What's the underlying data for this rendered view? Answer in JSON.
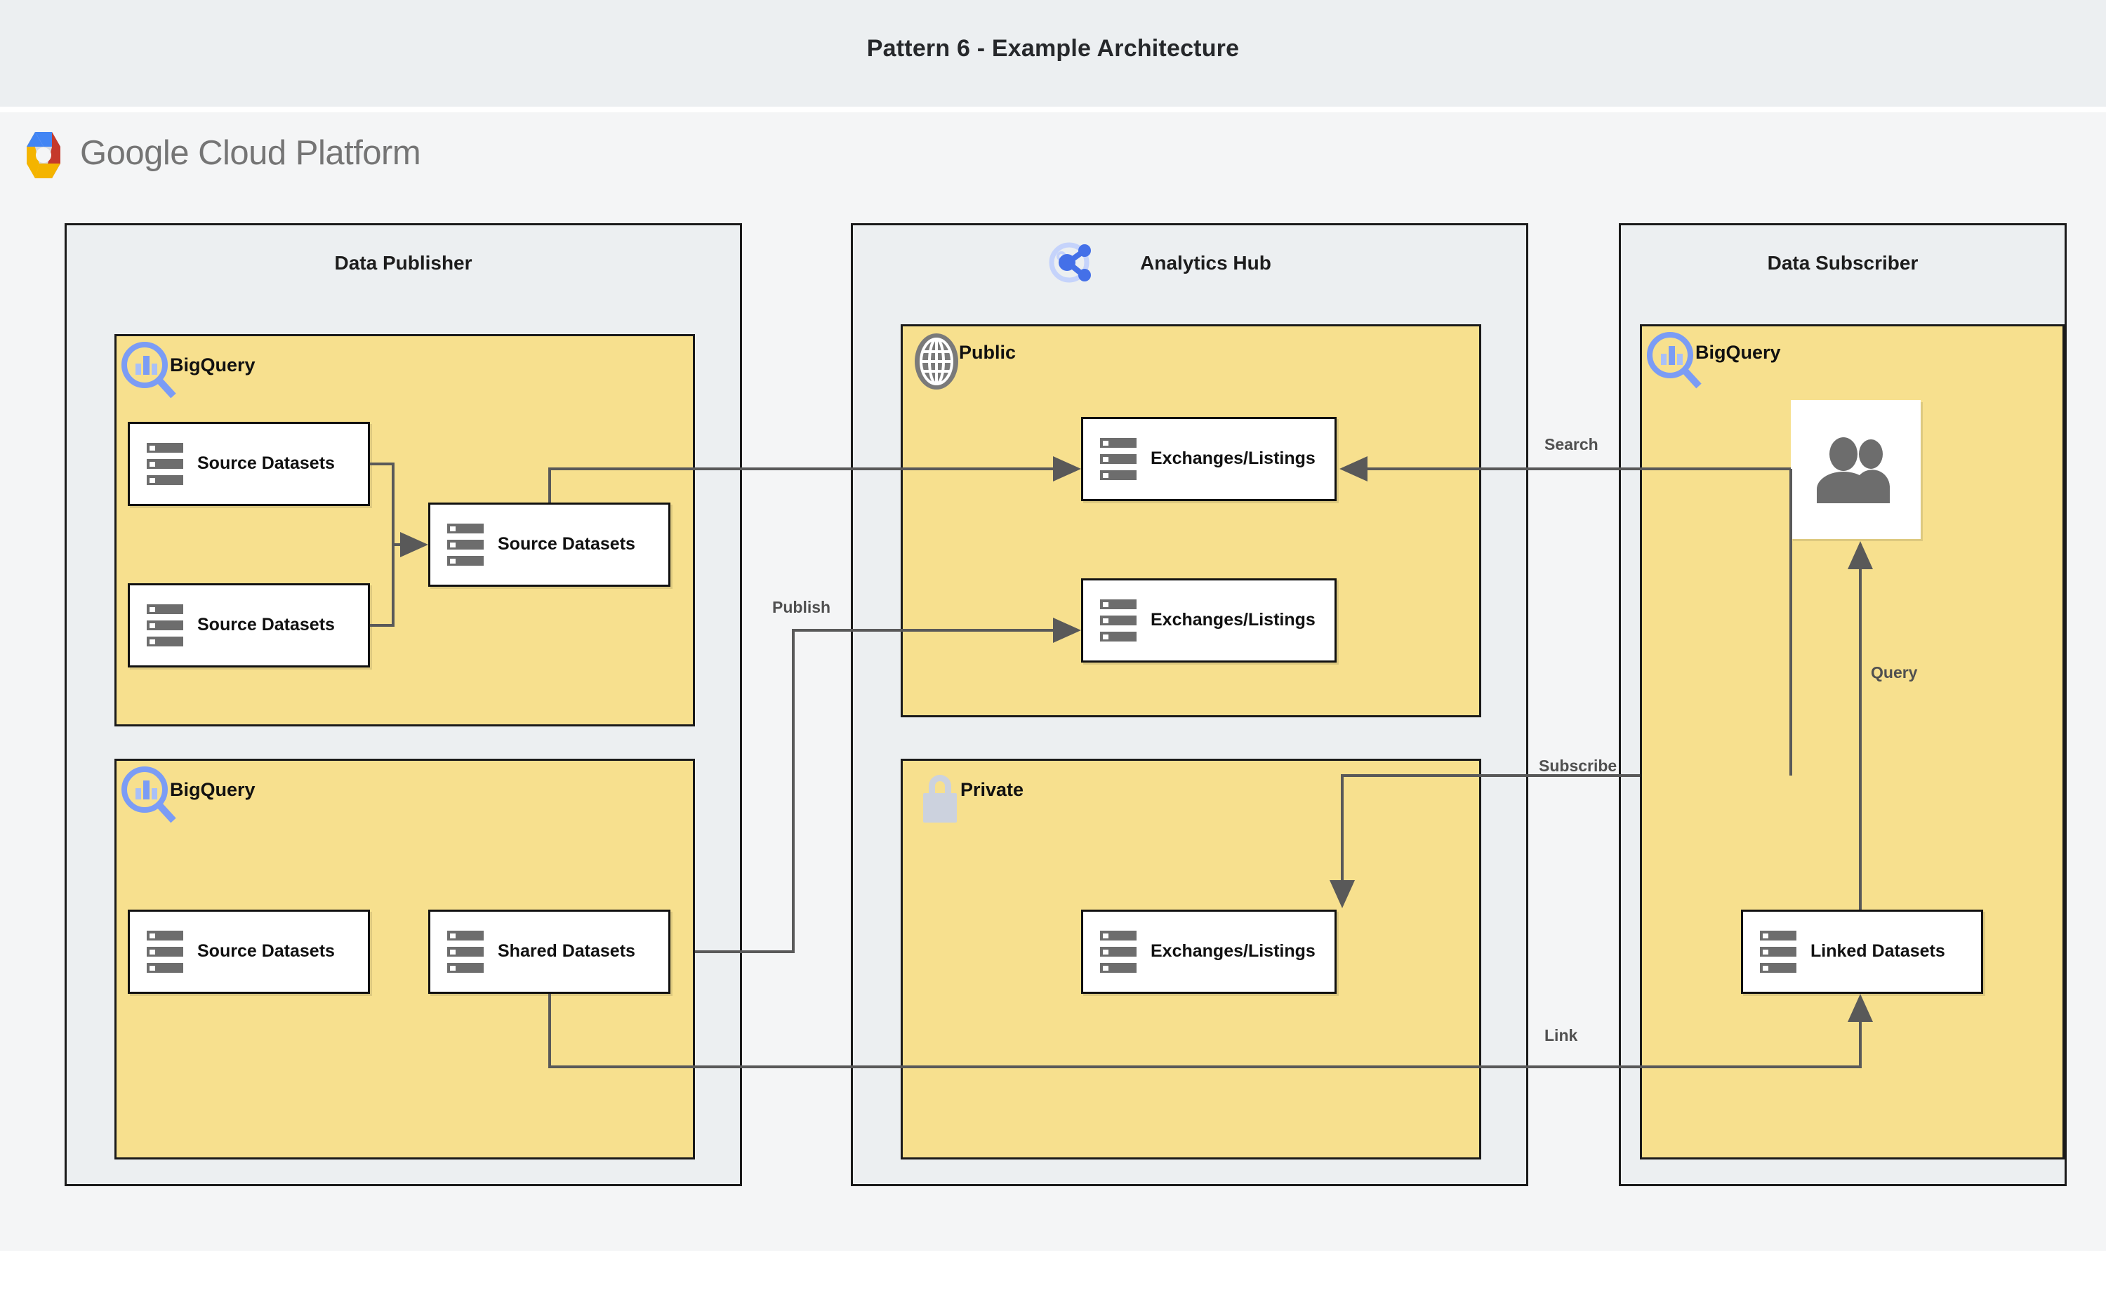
{
  "header": {
    "title": "Pattern 6 - Example Architecture",
    "brand": "Google Cloud Platform",
    "brand_icon": "gcp-hexagon-logo"
  },
  "groups": [
    {
      "id": "data-publisher",
      "title": "Data Publisher",
      "icon": null,
      "zones": [
        {
          "id": "publisher-bigquery-top",
          "label": "BigQuery",
          "icon": "bigquery-magnifier-icon",
          "nodes": [
            {
              "id": "src-ds-1",
              "label": "Source Datasets",
              "icon": "dataset-stack-icon"
            },
            {
              "id": "src-ds-2",
              "label": "Source Datasets",
              "icon": "dataset-stack-icon"
            },
            {
              "id": "src-ds-3",
              "label": "Source Datasets",
              "icon": "dataset-stack-icon"
            }
          ]
        },
        {
          "id": "publisher-bigquery-bottom",
          "label": "BigQuery",
          "icon": "bigquery-magnifier-icon",
          "nodes": [
            {
              "id": "src-ds-4",
              "label": "Source Datasets",
              "icon": "dataset-stack-icon"
            },
            {
              "id": "shared-ds",
              "label": "Shared Datasets",
              "icon": "dataset-stack-icon"
            }
          ]
        }
      ]
    },
    {
      "id": "analytics-hub",
      "title": "Analytics Hub",
      "icon": "analytics-hub-share-icon",
      "zones": [
        {
          "id": "public-zone",
          "label": "Public",
          "icon": "globe-icon",
          "nodes": [
            {
              "id": "exch-public-1",
              "label": "Exchanges/Listings",
              "icon": "dataset-stack-icon"
            },
            {
              "id": "exch-public-2",
              "label": "Exchanges/Listings",
              "icon": "dataset-stack-icon"
            }
          ]
        },
        {
          "id": "private-zone",
          "label": "Private",
          "icon": "lock-icon",
          "nodes": [
            {
              "id": "exch-private-1",
              "label": "Exchanges/Listings",
              "icon": "dataset-stack-icon"
            }
          ]
        }
      ]
    },
    {
      "id": "data-subscriber",
      "title": "Data Subscriber",
      "icon": null,
      "zones": [
        {
          "id": "subscriber-bigquery",
          "label": "BigQuery",
          "icon": "bigquery-magnifier-icon",
          "nodes": [
            {
              "id": "subscriber-users",
              "label": "",
              "icon": "users-icon"
            },
            {
              "id": "linked-ds",
              "label": "Linked Datasets",
              "icon": "dataset-stack-icon"
            }
          ]
        }
      ]
    }
  ],
  "edges": [
    {
      "id": "edge-publish",
      "label": "Publish"
    },
    {
      "id": "edge-search",
      "label": "Search"
    },
    {
      "id": "edge-subscribe",
      "label": "Subscribe"
    },
    {
      "id": "edge-query",
      "label": "Query"
    },
    {
      "id": "edge-link",
      "label": "Link"
    }
  ],
  "node_labels": {
    "source_datasets": "Source Datasets",
    "shared_datasets": "Shared Datasets",
    "linked_datasets": "Linked Datasets",
    "exchanges_listings": "Exchanges/Listings"
  },
  "colors": {
    "title_band": "#eceff1",
    "canvas": "#f4f5f6",
    "group_fill": "#eceff1",
    "zone_fill": "#f7e08e",
    "node_fill": "#ffffff",
    "stroke": "#111111",
    "wire": "#595959",
    "bigquery_blue": "#7b9cf5",
    "lock_gray": "#ccd2de",
    "globe_gray": "#7a7a7a",
    "icon_gray": "#6d6d6d"
  }
}
